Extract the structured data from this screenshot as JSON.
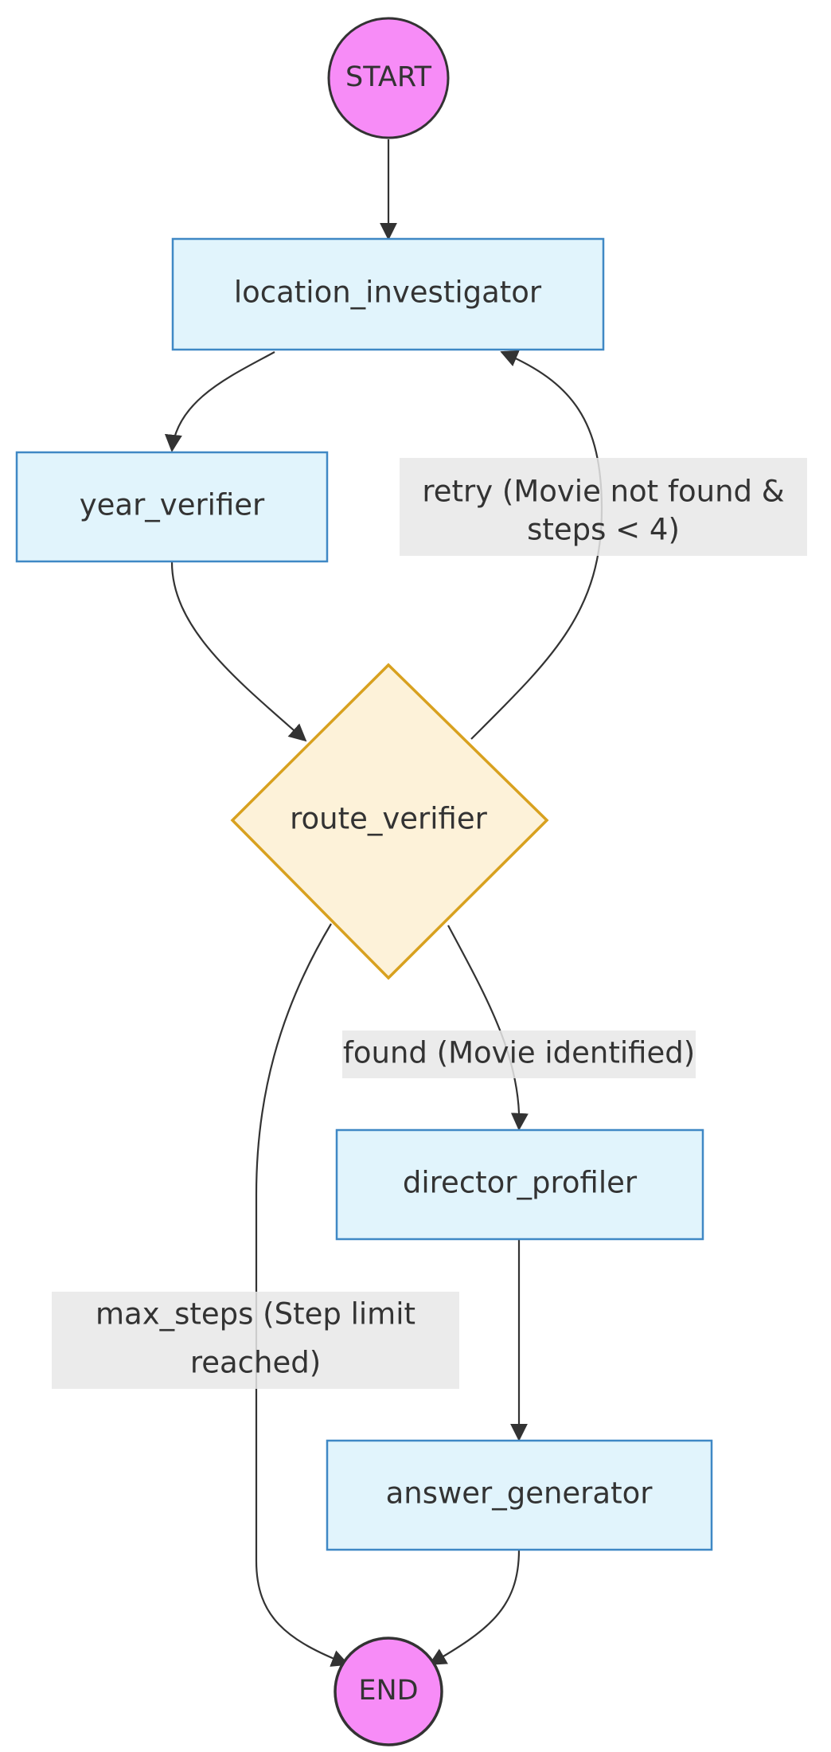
{
  "nodes": {
    "start": "START",
    "location_investigator": "location_investigator",
    "year_verifier": "year_verifier",
    "route_verifier": "route_verifier",
    "director_profiler": "director_profiler",
    "answer_generator": "answer_generator",
    "end": "END"
  },
  "edge_labels": {
    "retry_line1": "retry (Movie not found &",
    "retry_line2": "steps < 4)",
    "found": "found (Movie identified)",
    "max_steps_line1": "max_steps (Step limit",
    "max_steps_line2": "reached)"
  },
  "colors": {
    "terminal_fill": "#f78cf7",
    "process_fill": "#e1f4fc",
    "process_stroke": "#3f88c5",
    "decision_fill": "#fdf2d9",
    "decision_stroke": "#d8a11f",
    "label_bg": "#e8e8e8",
    "edge": "#333333"
  }
}
